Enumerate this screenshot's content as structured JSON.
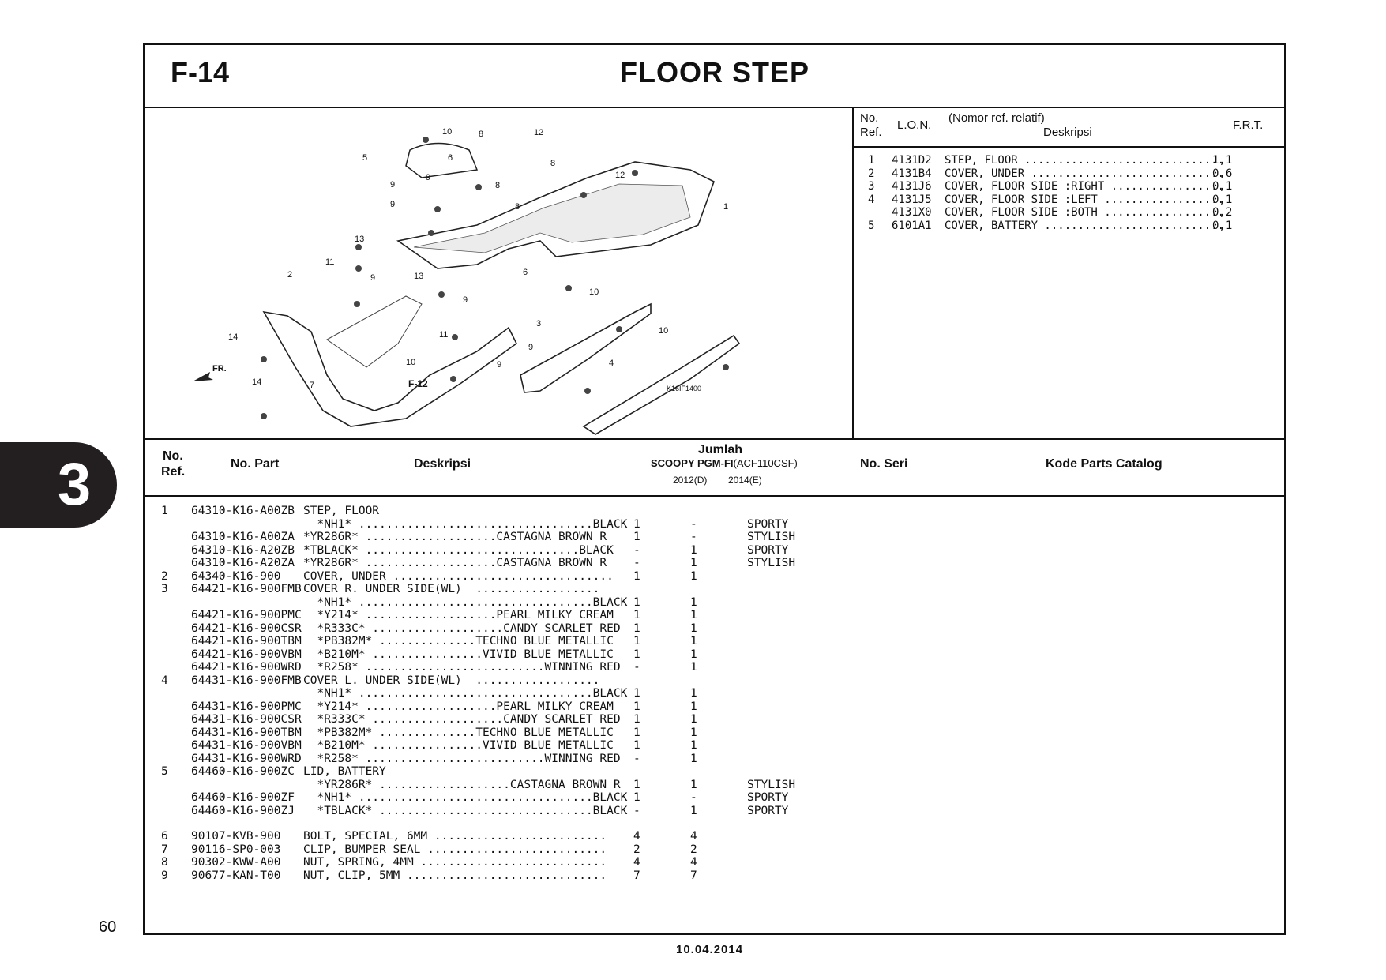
{
  "section_tab": "3",
  "page_number": "60",
  "footer_date": "10.04.2014",
  "header": {
    "code": "F-14",
    "title": "FLOOR STEP"
  },
  "diagram": {
    "drawing_code": "K16IF1400",
    "direction_label": "FR.",
    "ref_link": "F-12",
    "callouts": [
      "1",
      "2",
      "3",
      "4",
      "5",
      "6",
      "8",
      "8",
      "8",
      "8",
      "9",
      "9",
      "9",
      "9",
      "9",
      "9",
      "10",
      "10",
      "10",
      "10",
      "11",
      "11",
      "12",
      "12",
      "13",
      "13",
      "14",
      "14",
      "7"
    ]
  },
  "lon_table": {
    "headers": {
      "no_ref_top": "No.",
      "no_ref_bottom": "Ref.",
      "lon": "L.O.N.",
      "desc_top": "(Nomor ref. relatif)",
      "desc_bottom": "Deskripsi",
      "frt": "F.R.T."
    },
    "rows": [
      {
        "ref": "1",
        "lon": "4131D2",
        "desc": "STEP, FLOOR ..............................",
        "frt": "1,1"
      },
      {
        "ref": "2",
        "lon": "4131B4",
        "desc": "COVER, UNDER .............................",
        "frt": "0,6"
      },
      {
        "ref": "3",
        "lon": "4131J6",
        "desc": "COVER, FLOOR SIDE :RIGHT .................",
        "frt": "0,1"
      },
      {
        "ref": "4",
        "lon": "4131J5",
        "desc": "COVER, FLOOR SIDE :LEFT ..................",
        "frt": "0,1"
      },
      {
        "ref": "",
        "lon": "4131X0",
        "desc": "COVER, FLOOR SIDE :BOTH ..................",
        "frt": "0,2"
      },
      {
        "ref": "5",
        "lon": "6101A1",
        "desc": "COVER, BATTERY ...........................",
        "frt": "0,1"
      }
    ]
  },
  "parts_table": {
    "headers": {
      "no_ref_top": "No.",
      "no_ref_bottom": "Ref.",
      "part": "No. Part",
      "desc": "Deskripsi",
      "jumlah": "Jumlah",
      "model": "SCOOPY PGM-FI",
      "model_code": "(ACF110CSF)",
      "y2012": "2012(D)",
      "y2014": "2014(E)",
      "serial": "No. Seri",
      "catalog": "Kode Parts Catalog"
    },
    "rows": [
      {
        "ref": "1",
        "part": "64310-K16-A00ZB",
        "desc": "STEP, FLOOR",
        "q12": "",
        "q14": "",
        "seri": ""
      },
      {
        "ref": "",
        "part": "",
        "desc": "  *NH1* ..................................BLACK",
        "q12": "1",
        "q14": "-",
        "seri": "SPORTY"
      },
      {
        "ref": "",
        "part": "64310-K16-A00ZA",
        "desc": "*YR286R* ...................CASTAGNA BROWN R",
        "q12": "1",
        "q14": "-",
        "seri": "STYLISH"
      },
      {
        "ref": "",
        "part": "64310-K16-A20ZB",
        "desc": "*TBLACK* ...............................BLACK",
        "q12": "-",
        "q14": "1",
        "seri": "SPORTY"
      },
      {
        "ref": "",
        "part": "64310-K16-A20ZA",
        "desc": "*YR286R* ...................CASTAGNA BROWN R",
        "q12": "-",
        "q14": "1",
        "seri": "STYLISH"
      },
      {
        "ref": "2",
        "part": "64340-K16-900",
        "desc": "COVER, UNDER ................................",
        "q12": "1",
        "q14": "1",
        "seri": ""
      },
      {
        "ref": "3",
        "part": "64421-K16-900FMB",
        "desc": "COVER R. UNDER SIDE(WL)  ..................",
        "q12": "",
        "q14": "",
        "seri": ""
      },
      {
        "ref": "",
        "part": "",
        "desc": "  *NH1* ..................................BLACK",
        "q12": "1",
        "q14": "1",
        "seri": ""
      },
      {
        "ref": "",
        "part": "64421-K16-900PMC",
        "desc": "  *Y214* ...................PEARL MILKY CREAM",
        "q12": "1",
        "q14": "1",
        "seri": ""
      },
      {
        "ref": "",
        "part": "64421-K16-900CSR",
        "desc": "  *R333C* ...................CANDY SCARLET RED",
        "q12": "1",
        "q14": "1",
        "seri": ""
      },
      {
        "ref": "",
        "part": "64421-K16-900TBM",
        "desc": "  *PB382M* ..............TECHNO BLUE METALLIC",
        "q12": "1",
        "q14": "1",
        "seri": ""
      },
      {
        "ref": "",
        "part": "64421-K16-900VBM",
        "desc": "  *B210M* ................VIVID BLUE METALLIC",
        "q12": "1",
        "q14": "1",
        "seri": ""
      },
      {
        "ref": "",
        "part": "64421-K16-900WRD",
        "desc": "  *R258* ..........................WINNING RED",
        "q12": "-",
        "q14": "1",
        "seri": ""
      },
      {
        "ref": "4",
        "part": "64431-K16-900FMB",
        "desc": "COVER L. UNDER SIDE(WL)  ..................",
        "q12": "",
        "q14": "",
        "seri": ""
      },
      {
        "ref": "",
        "part": "",
        "desc": "  *NH1* ..................................BLACK",
        "q12": "1",
        "q14": "1",
        "seri": ""
      },
      {
        "ref": "",
        "part": "64431-K16-900PMC",
        "desc": "  *Y214* ...................PEARL MILKY CREAM",
        "q12": "1",
        "q14": "1",
        "seri": ""
      },
      {
        "ref": "",
        "part": "64431-K16-900CSR",
        "desc": "  *R333C* ...................CANDY SCARLET RED",
        "q12": "1",
        "q14": "1",
        "seri": ""
      },
      {
        "ref": "",
        "part": "64431-K16-900TBM",
        "desc": "  *PB382M* ..............TECHNO BLUE METALLIC",
        "q12": "1",
        "q14": "1",
        "seri": ""
      },
      {
        "ref": "",
        "part": "64431-K16-900VBM",
        "desc": "  *B210M* ................VIVID BLUE METALLIC",
        "q12": "1",
        "q14": "1",
        "seri": ""
      },
      {
        "ref": "",
        "part": "64431-K16-900WRD",
        "desc": "  *R258* ..........................WINNING RED",
        "q12": "-",
        "q14": "1",
        "seri": ""
      },
      {
        "ref": "5",
        "part": "64460-K16-900ZC",
        "desc": "LID, BATTERY",
        "q12": "",
        "q14": "",
        "seri": ""
      },
      {
        "ref": "",
        "part": "",
        "desc": "  *YR286R* ...................CASTAGNA BROWN R",
        "q12": "1",
        "q14": "1",
        "seri": "STYLISH"
      },
      {
        "ref": "",
        "part": "64460-K16-900ZF",
        "desc": "  *NH1* ..................................BLACK",
        "q12": "1",
        "q14": "-",
        "seri": "SPORTY"
      },
      {
        "ref": "",
        "part": "64460-K16-900ZJ",
        "desc": "  *TBLACK* ...............................BLACK",
        "q12": "-",
        "q14": "1",
        "seri": "SPORTY"
      },
      {
        "ref": "6",
        "part": "90107-KVB-900",
        "desc": "BOLT, SPECIAL, 6MM .........................",
        "q12": "4",
        "q14": "4",
        "seri": ""
      },
      {
        "ref": "7",
        "part": "90116-SP0-003",
        "desc": "CLIP, BUMPER SEAL ..........................",
        "q12": "2",
        "q14": "2",
        "seri": ""
      },
      {
        "ref": "8",
        "part": "90302-KWW-A00",
        "desc": "NUT, SPRING, 4MM ...........................",
        "q12": "4",
        "q14": "4",
        "seri": ""
      },
      {
        "ref": "9",
        "part": "90677-KAN-T00",
        "desc": "NUT, CLIP, 5MM .............................",
        "q12": "7",
        "q14": "7",
        "seri": ""
      }
    ]
  }
}
